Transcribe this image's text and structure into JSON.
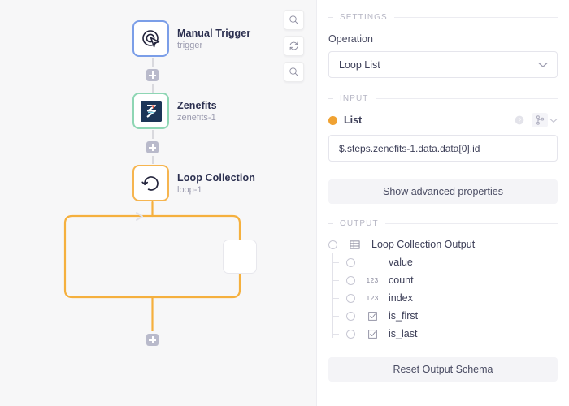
{
  "canvas": {
    "zoom_controls": [
      {
        "name": "zoom-in",
        "icon": "magnifier-plus-icon",
        "label": "Zoom in"
      },
      {
        "name": "zoom-reset",
        "icon": "refresh-icon",
        "label": "Reset zoom"
      },
      {
        "name": "zoom-out",
        "icon": "magnifier-minus-icon",
        "label": "Zoom out"
      }
    ],
    "nodes": [
      {
        "title": "Manual Trigger",
        "subtitle": "trigger",
        "icon": "cursor-target-icon",
        "accent": "#7b9ee8"
      },
      {
        "title": "Zenefits",
        "subtitle": "zenefits-1",
        "icon": "zenefits-logo-icon",
        "accent": "#8ed6b4"
      },
      {
        "title": "Loop Collection",
        "subtitle": "loop-1",
        "icon": "loop-arrow-icon",
        "accent": "#f6b550"
      }
    ],
    "add_buttons": [
      {
        "name": "add-step-after-trigger",
        "label": "+"
      },
      {
        "name": "add-step-after-zenefits",
        "label": "+"
      },
      {
        "name": "add-step-after-loop",
        "label": "+"
      }
    ],
    "loop_track_color": "#f5b03e",
    "placeholder_node_label": ""
  },
  "panel": {
    "settings": {
      "section_label": "SETTINGS",
      "operation_label": "Operation",
      "operation_value": "Loop List",
      "operation_chevron": "chevron-down-icon"
    },
    "input": {
      "section_label": "INPUT",
      "key_label": "List",
      "help_icon": "question-circle-icon",
      "code_icon": "code-branch-icon",
      "chevron_icon": "chevron-down-icon",
      "value": "$.steps.zenefits-1.data.data[0].id",
      "required_dot_color": "#f0a232"
    },
    "advanced_button": "Show advanced properties",
    "output": {
      "section_label": "OUTPUT",
      "root": {
        "label": "Loop Collection Output",
        "type_icon": "table-icon"
      },
      "fields": [
        {
          "label": "value",
          "type_icon": ""
        },
        {
          "label": "count",
          "type_icon": "123"
        },
        {
          "label": "index",
          "type_icon": "123"
        },
        {
          "label": "is_first",
          "type_icon": "checkbox-icon"
        },
        {
          "label": "is_last",
          "type_icon": "checkbox-icon"
        }
      ]
    },
    "reset_button": "Reset Output Schema"
  }
}
